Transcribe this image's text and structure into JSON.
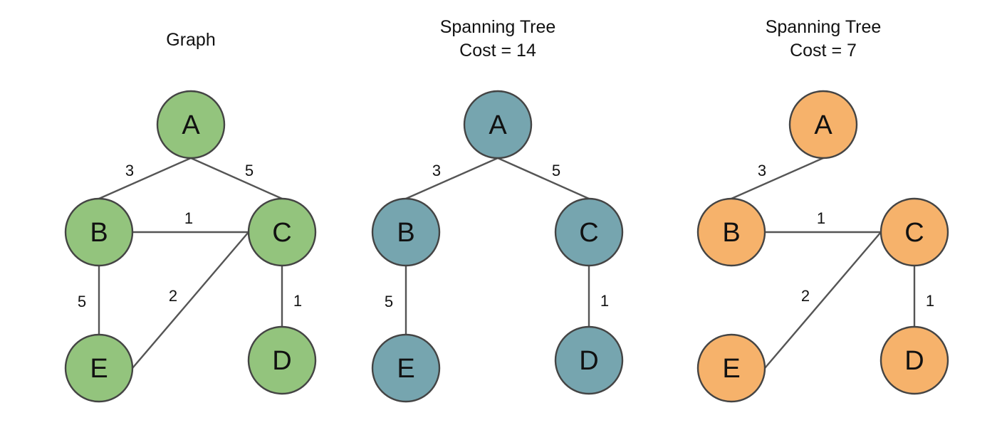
{
  "panels": [
    {
      "id": "graph",
      "title_lines": [
        "Graph"
      ],
      "node_color": "#93c47d",
      "nodes": [
        "A",
        "B",
        "C",
        "D",
        "E"
      ],
      "edges": [
        {
          "from": "A",
          "to": "B",
          "weight": "3"
        },
        {
          "from": "A",
          "to": "C",
          "weight": "5"
        },
        {
          "from": "B",
          "to": "C",
          "weight": "1"
        },
        {
          "from": "B",
          "to": "E",
          "weight": "5"
        },
        {
          "from": "C",
          "to": "E",
          "weight": "2"
        },
        {
          "from": "C",
          "to": "D",
          "weight": "1"
        }
      ]
    },
    {
      "id": "spanning-tree-14",
      "title_lines": [
        "Spanning Tree",
        "Cost = 14"
      ],
      "node_color": "#76a5af",
      "nodes": [
        "A",
        "B",
        "C",
        "D",
        "E"
      ],
      "edges": [
        {
          "from": "A",
          "to": "B",
          "weight": "3"
        },
        {
          "from": "A",
          "to": "C",
          "weight": "5"
        },
        {
          "from": "B",
          "to": "E",
          "weight": "5"
        },
        {
          "from": "C",
          "to": "D",
          "weight": "1"
        }
      ]
    },
    {
      "id": "spanning-tree-7",
      "title_lines": [
        "Spanning Tree",
        "Cost = 7"
      ],
      "node_color": "#f6b26b",
      "nodes": [
        "A",
        "B",
        "C",
        "D",
        "E"
      ],
      "edges": [
        {
          "from": "A",
          "to": "B",
          "weight": "3"
        },
        {
          "from": "B",
          "to": "C",
          "weight": "1"
        },
        {
          "from": "C",
          "to": "E",
          "weight": "2"
        },
        {
          "from": "C",
          "to": "D",
          "weight": "1"
        }
      ]
    }
  ]
}
